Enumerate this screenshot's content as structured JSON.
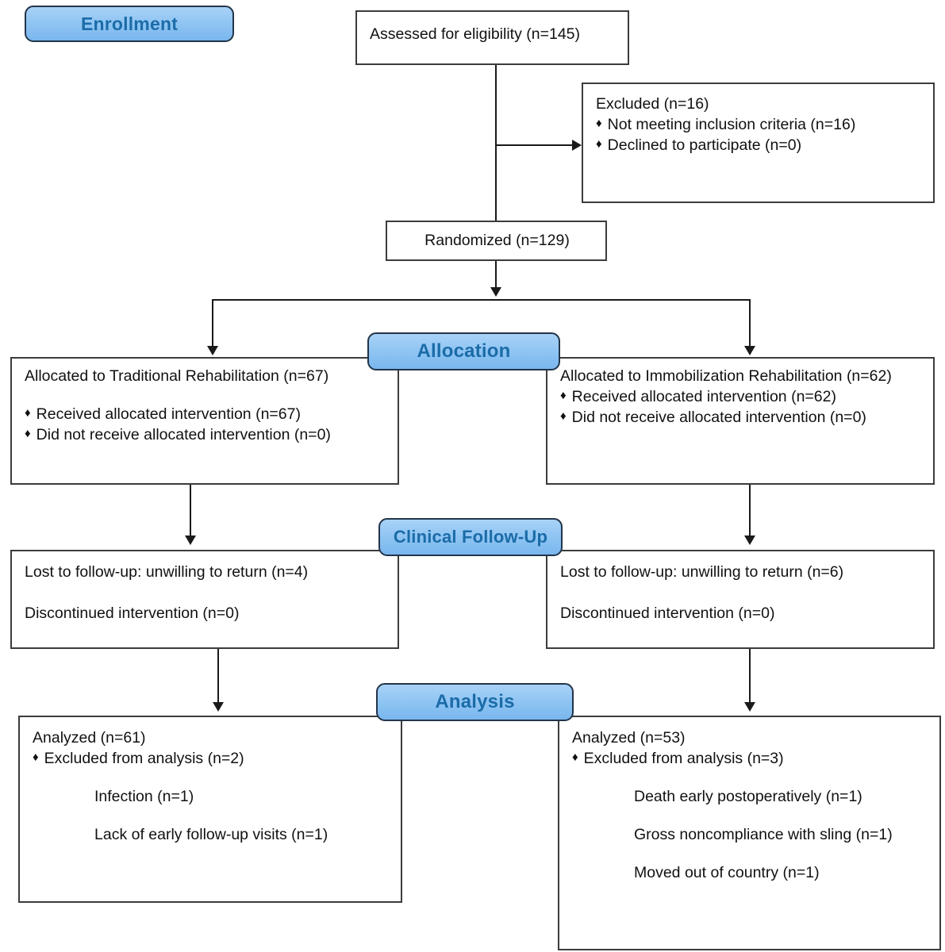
{
  "diagram": {
    "title": "CONSORT participant flow diagram",
    "colors": {
      "badge_fill": "#8cc3f2",
      "badge_text": "#1b6ca8",
      "badge_border": "#23354a",
      "box_border": "#3c3c3c",
      "connector": "#1a1a1a",
      "text": "#111111"
    },
    "bullet_glyph": "♦"
  },
  "stages": {
    "enrollment": "Enrollment",
    "allocation": "Allocation",
    "clinical_follow_up": "Clinical Follow-Up",
    "analysis": "Analysis"
  },
  "enrollment": {
    "assessed": "Assessed for eligibility (n=145)",
    "excluded": {
      "heading": "Excluded (n=16)",
      "items": [
        "Not meeting inclusion criteria (n=16)",
        "Declined to participate (n=0)"
      ]
    },
    "randomized": "Randomized (n=129)"
  },
  "allocation": {
    "left": {
      "heading": "Allocated to Traditional Rehabilitation (n=67)",
      "items": [
        "Received allocated intervention (n=67)",
        "Did not receive allocated intervention (n=0)"
      ]
    },
    "right": {
      "heading": "Allocated to Immobilization Rehabilitation (n=62)",
      "items": [
        "Received allocated intervention (n=62)",
        "Did not receive allocated intervention (n=0)"
      ]
    }
  },
  "follow_up": {
    "left": {
      "lost": "Lost to follow-up: unwilling to return (n=4)",
      "discontinued": "Discontinued intervention (n=0)"
    },
    "right": {
      "lost": "Lost to follow-up: unwilling to return (n=6)",
      "discontinued": "Discontinued intervention (n=0)"
    }
  },
  "analysis": {
    "left": {
      "analyzed": "Analyzed (n=61)",
      "excluded_bullet": "Excluded from analysis (n=2)",
      "reasons": [
        "Infection (n=1)",
        "Lack of early follow-up visits (n=1)"
      ]
    },
    "right": {
      "analyzed": "Analyzed (n=53)",
      "excluded_bullet": "Excluded from analysis (n=3)",
      "reasons": [
        "Death early postoperatively (n=1)",
        "Gross noncompliance with sling (n=1)",
        "Moved out of country (n=1)"
      ]
    }
  }
}
